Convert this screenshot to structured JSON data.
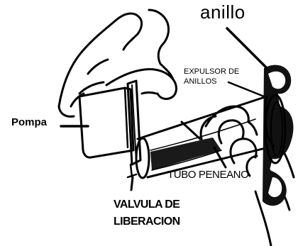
{
  "labels": {
    "ring": "anillo",
    "ring_ejector_line1": "EXPULSOR DE",
    "ring_ejector_line2": "ANILLOS",
    "pump": "Pompa",
    "penile_tube": "TUBO PENEANO",
    "release_valve_line1": "VALVULA DE",
    "release_valve_line2": "LIBERACION"
  },
  "colors": {
    "ink": "#000000",
    "background": "#ffffff"
  }
}
